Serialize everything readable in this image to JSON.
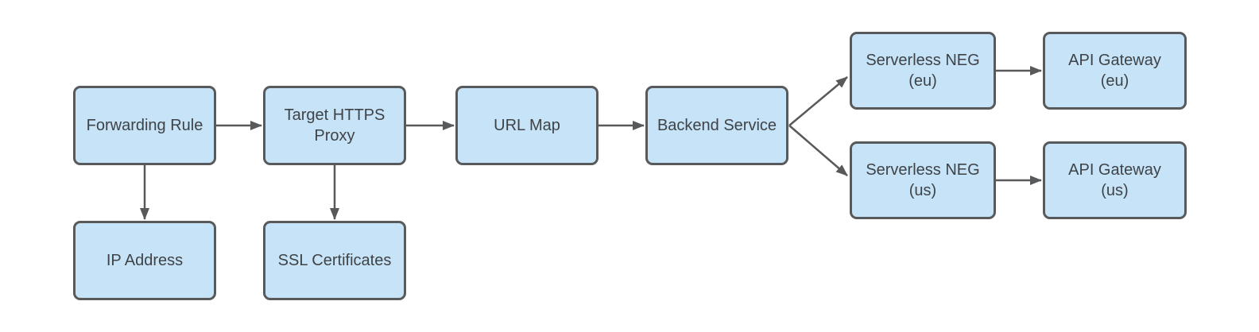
{
  "diagram": {
    "background_color": "#ffffff",
    "node_fill_color": "#c6e3f7",
    "node_border_color": "#58595b",
    "text_color": "#3f4347",
    "arrow_color": "#58595b",
    "nodes": [
      {
        "id": "forwarding-rule",
        "label": "Forwarding Rule"
      },
      {
        "id": "target-https-proxy",
        "label": "Target HTTPS\nProxy"
      },
      {
        "id": "url-map",
        "label": "URL Map"
      },
      {
        "id": "backend-service",
        "label": "Backend Service"
      },
      {
        "id": "serverless-neg-eu",
        "label": "Serverless NEG\n(eu)"
      },
      {
        "id": "api-gateway-eu",
        "label": "API Gateway\n(eu)"
      },
      {
        "id": "serverless-neg-us",
        "label": "Serverless NEG\n(us)"
      },
      {
        "id": "api-gateway-us",
        "label": "API Gateway\n(us)"
      },
      {
        "id": "ip-address",
        "label": "IP Address"
      },
      {
        "id": "ssl-certificates",
        "label": "SSL Certificates"
      }
    ],
    "edges": [
      {
        "from": "forwarding-rule",
        "to": "target-https-proxy"
      },
      {
        "from": "target-https-proxy",
        "to": "url-map"
      },
      {
        "from": "url-map",
        "to": "backend-service"
      },
      {
        "from": "backend-service",
        "to": "serverless-neg-eu"
      },
      {
        "from": "backend-service",
        "to": "serverless-neg-us"
      },
      {
        "from": "serverless-neg-eu",
        "to": "api-gateway-eu"
      },
      {
        "from": "serverless-neg-us",
        "to": "api-gateway-us"
      },
      {
        "from": "forwarding-rule",
        "to": "ip-address"
      },
      {
        "from": "target-https-proxy",
        "to": "ssl-certificates"
      }
    ]
  }
}
